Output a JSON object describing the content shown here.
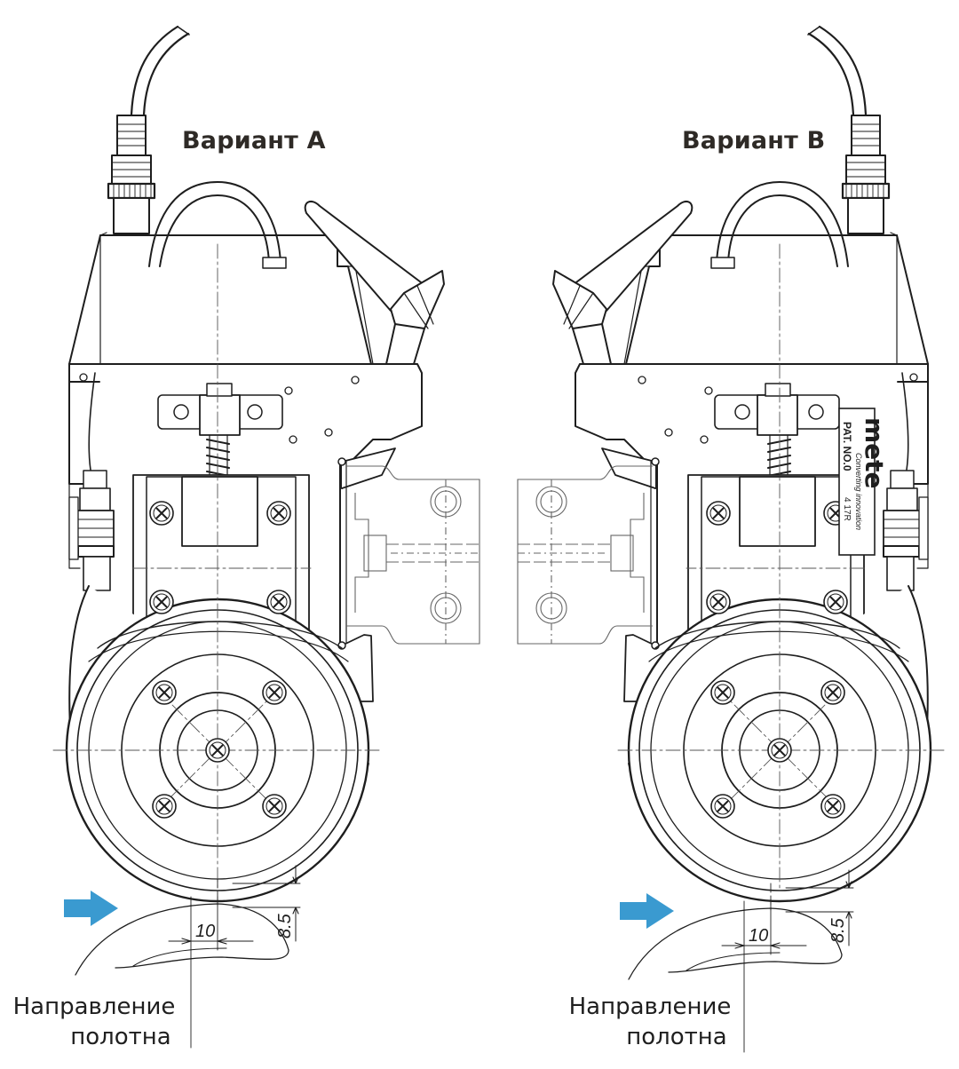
{
  "variants": [
    {
      "title": "Вариант А",
      "dim_horizontal": "10",
      "dim_vertical": "8.5",
      "web_direction": [
        "Направление",
        "полотна"
      ]
    },
    {
      "title": "Вариант В",
      "dim_horizontal": "10",
      "dim_vertical": "8.5",
      "web_direction": [
        "Направление",
        "полотна"
      ]
    }
  ],
  "plate_text": {
    "line1": "PAT. NO.0",
    "line2": "Converting innovation",
    "line3": "4 17R",
    "logo_letters": "mete"
  },
  "colors": {
    "line": "#1e1e1e",
    "arrow": "#3a9ad0",
    "thin": "#555555"
  },
  "icons": [
    "direction-arrow-icon",
    "phillips-screw-icon",
    "hex-nut-icon"
  ]
}
